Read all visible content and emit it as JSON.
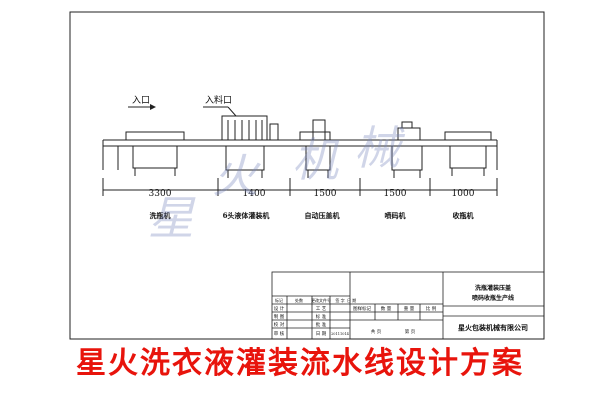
{
  "callouts": {
    "inlet": "入口",
    "fill_inlet": "入料口"
  },
  "dimensions": [
    "3300",
    "1400",
    "1500",
    "1500",
    "1000"
  ],
  "machines": [
    "洗瓶机",
    "6头液体灌装机",
    "自动压盖机",
    "喷码机",
    "收瓶机"
  ],
  "title_block": {
    "drawing_title_line1": "洗瓶灌装压盖",
    "drawing_title_line2": "喷码收瓶生产线",
    "company": "星火包装机械有限公司",
    "header_row": [
      "标记",
      "处数",
      "更改文件号",
      "签 字",
      "日 期"
    ],
    "left_rows": [
      [
        "设 计",
        "",
        "工 艺"
      ],
      [
        "制 图",
        "",
        "标 准"
      ],
      [
        "校 对",
        "",
        "批 准"
      ],
      [
        "审 核",
        "",
        "日 期"
      ]
    ],
    "date": "20111014",
    "stage_headers": [
      "图样标记",
      "数 量",
      "重 量",
      "比 例"
    ],
    "sheet_row": [
      "共 页",
      "第 页"
    ]
  },
  "watermark": [
    "星",
    "火",
    "机",
    "械"
  ],
  "banner_title": "星火洗衣液灌装流水线设计方案",
  "colors": {
    "line": "#222222",
    "banner": "#e8140c",
    "watermark": "#7887be"
  }
}
